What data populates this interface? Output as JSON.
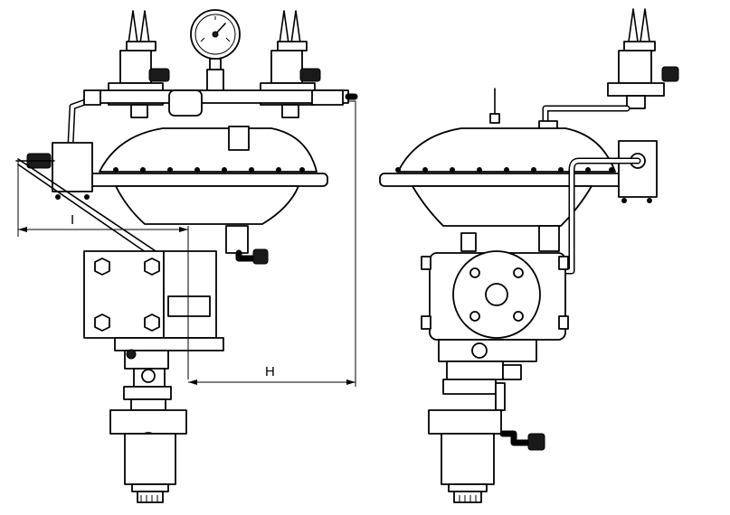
{
  "dimensions": {
    "horizontal_offset_label": "I",
    "height_label": "H"
  },
  "views": [
    "front-view",
    "side-view"
  ],
  "colors": {
    "line": "#000000",
    "background": "#ffffff"
  }
}
